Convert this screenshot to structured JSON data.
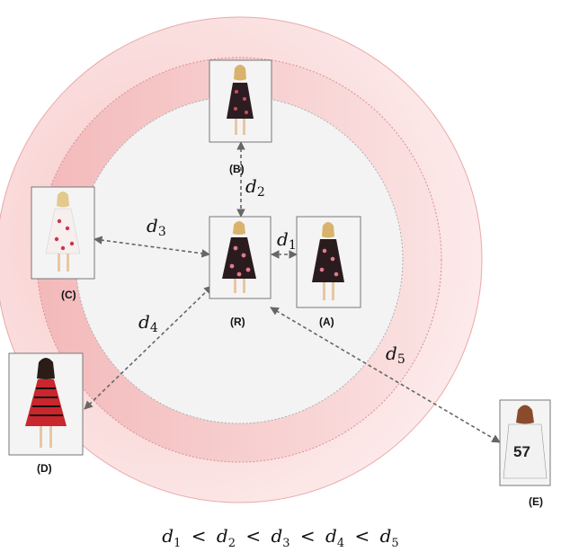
{
  "images": {
    "R": {
      "label": "(R)",
      "icon": "floral-dress-reference-photo"
    },
    "A": {
      "label": "(A)",
      "icon": "floral-dress-photo"
    },
    "B": {
      "label": "(B)",
      "icon": "floral-slip-dress-photo"
    },
    "C": {
      "label": "(C)",
      "icon": "white-floral-dress-photo"
    },
    "D": {
      "label": "(D)",
      "icon": "red-striped-dress-photo"
    },
    "E": {
      "label": "(E)",
      "icon": "number-57-sweater-photo"
    }
  },
  "distances": [
    {
      "name": "d",
      "sub": "1"
    },
    {
      "name": "d",
      "sub": "2"
    },
    {
      "name": "d",
      "sub": "3"
    },
    {
      "name": "d",
      "sub": "4"
    },
    {
      "name": "d",
      "sub": "5"
    }
  ],
  "caption": {
    "terms": [
      {
        "name": "d",
        "sub": "1"
      },
      {
        "name": "d",
        "sub": "2"
      },
      {
        "name": "d",
        "sub": "3"
      },
      {
        "name": "d",
        "sub": "4"
      },
      {
        "name": "d",
        "sub": "5"
      }
    ],
    "operator": "<"
  },
  "colors": {
    "outer_ring": "#f9d9d9",
    "middle_ring": "#f5c6c6",
    "inner_disc": "#f3f3f3"
  }
}
